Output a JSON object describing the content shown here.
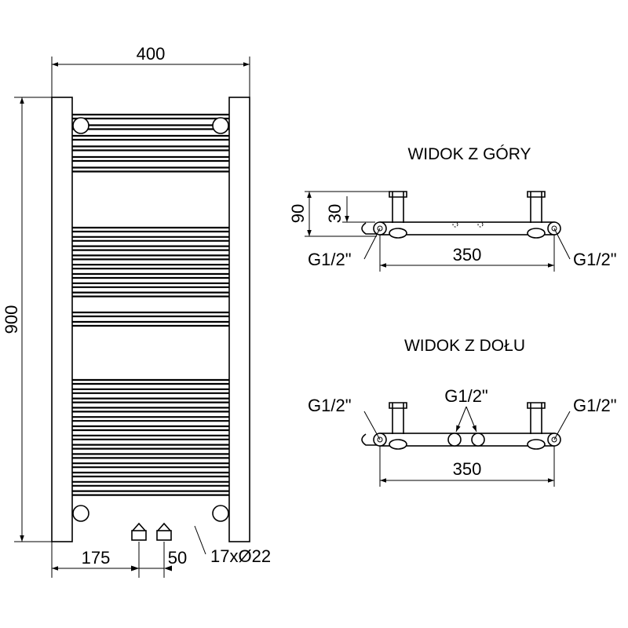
{
  "front_view": {
    "width_label": "400",
    "height_label": "900",
    "left_offset_label": "175",
    "spacing_label": "50",
    "tube_spec_label": "17xØ22"
  },
  "top_view": {
    "title": "WIDOK Z GÓRY",
    "depth_label": "90",
    "offset_label": "30",
    "width_label": "350",
    "left_thread_label": "G1/2\"",
    "right_thread_label": "G1/2\""
  },
  "bottom_view": {
    "title": "WIDOK Z DOŁU",
    "width_label": "350",
    "left_thread_label": "G1/2\"",
    "right_thread_label": "G1/2\"",
    "center_thread_label": "G1/2\""
  },
  "colors": {
    "line": "#000000",
    "background": "#ffffff"
  }
}
